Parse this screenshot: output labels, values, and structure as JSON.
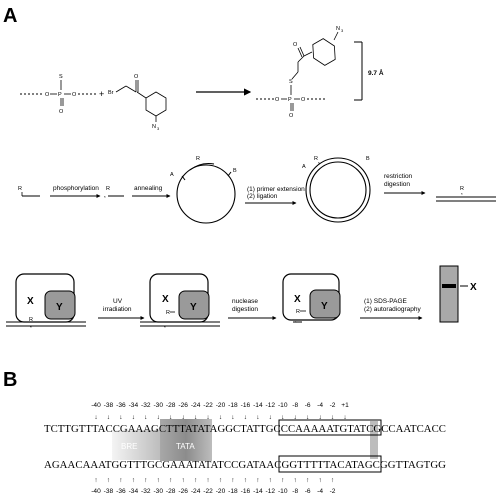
{
  "panels": {
    "a": "A",
    "b": "B"
  },
  "chemistry": {
    "phosphorothioate_s": "S",
    "bromo": "Br",
    "azide": "N",
    "azide_sub": "3",
    "distance": "9.7 Å"
  },
  "workflow": {
    "r_label": "R",
    "phosphorylation": "phosphorylation",
    "annealing": "annealing",
    "circle_a": "A",
    "circle_b": "B",
    "primer_ext_line1": "(1) primer extension",
    "primer_ext_line2": "(2) ligation",
    "restriction_line1": "restriction",
    "restriction_line2": "digestion"
  },
  "crosslink": {
    "x": "X",
    "y": "Y",
    "uv_line1": "UV",
    "uv_line2": "irradiation",
    "nuclease_line1": "nuclease",
    "nuclease_line2": "digestion",
    "sds_line1": "(1) SDS-PAGE",
    "sds_line2": "(2) autoradiography",
    "gel_band": "X"
  },
  "sequence": {
    "top_positions": [
      "-40",
      "-38",
      "-36",
      "-34",
      "-32",
      "-30",
      "-28",
      "-26",
      "-24",
      "-22",
      "-20",
      "-18",
      "-16",
      "-14",
      "-12",
      "-10",
      "-8",
      "-6",
      "-4",
      "-2",
      "+1"
    ],
    "top_strand": "TCTTGTTTACCGAAAGCTTTATATAGGCTATTGCCCAAAAATGTATCGCCAATCACC",
    "bottom_strand": "AGAACAAATGGTTTGCGAAATATATCCGATAACGGTTTTTACATAGCGGTTAGTGG",
    "bottom_positions": [
      "-40",
      "-38",
      "-36",
      "-34",
      "-32",
      "-30",
      "-28",
      "-26",
      "-24",
      "-22",
      "-20",
      "-18",
      "-16",
      "-14",
      "-12",
      "-10",
      "-8",
      "-6",
      "-4",
      "-2"
    ],
    "bre_label": "BRE",
    "tata_label": "TATA"
  }
}
